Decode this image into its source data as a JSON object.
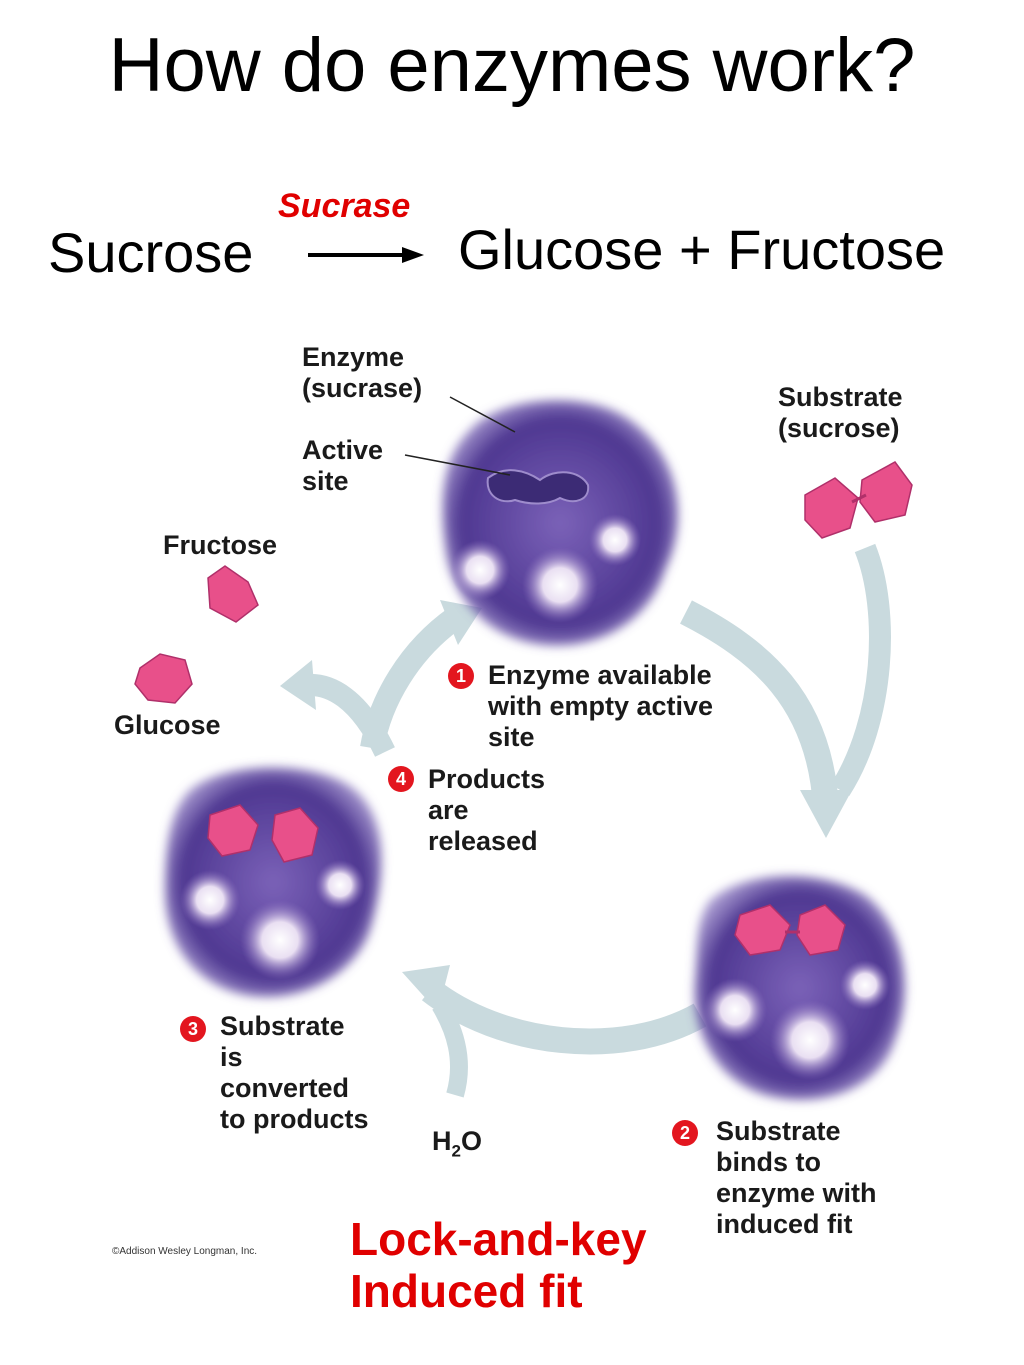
{
  "title": "How do enzymes work?",
  "equation": {
    "reactant": "Sucrose",
    "enzyme": "Sucrase",
    "products": "Glucose + Fructose"
  },
  "labels": {
    "enzyme": "Enzyme\n(sucrase)",
    "active_site": "Active\nsite",
    "substrate": "Substrate\n(sucrose)",
    "fructose": "Fructose",
    "glucose": "Glucose",
    "water_main": "H",
    "water_sub": "2",
    "water_end": "O"
  },
  "steps": [
    {
      "num": "1",
      "text": "Enzyme available\nwith empty active\nsite"
    },
    {
      "num": "2",
      "text": "Substrate\nbinds to\nenzyme with\ninduced fit"
    },
    {
      "num": "3",
      "text": "Substrate\nis\nconverted\nto products"
    },
    {
      "num": "4",
      "text": "Products\nare\nreleased"
    }
  ],
  "note": "Lock-and-key\nInduced fit",
  "copyright": "©Addison Wesley Longman, Inc.",
  "colors": {
    "enzyme": "#5a3f9e",
    "enzyme_light": "#e8e0f0",
    "substrate": "#e8508a",
    "arrow": "#c8d8dc",
    "accent_red": "#e00000"
  }
}
